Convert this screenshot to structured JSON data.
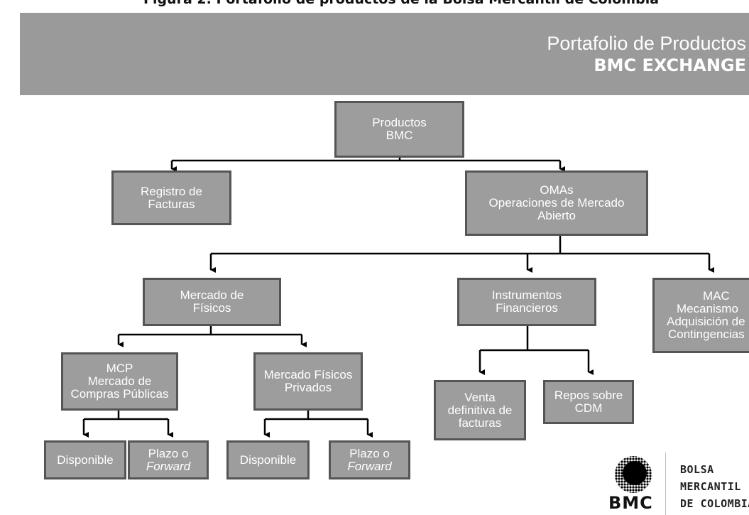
{
  "figure_title": "Figura 2. Portafolio de productos de la Bolsa Mercantil de Colombia",
  "banner": {
    "line1": "Portafolio de Productos",
    "line2": "BMC EXCHANGE"
  },
  "nodes": {
    "productos": [
      "Productos",
      "BMC"
    ],
    "registro": [
      "Registro de",
      "Facturas"
    ],
    "omas": [
      "OMAs",
      "Operaciones de Mercado",
      "Abierto"
    ],
    "mercado_fisicos": [
      "Mercado de",
      "Físicos"
    ],
    "instrumentos": [
      "Instrumentos",
      "Financieros"
    ],
    "mac": [
      "MAC",
      "Mecanismo",
      "Adquisición de",
      "Contingencias"
    ],
    "mcp": [
      "MCP",
      "Mercado de",
      "Compras Públicas"
    ],
    "fisicos_privados": [
      "Mercado Físicos",
      "Privados"
    ],
    "venta": [
      "Venta",
      "definitiva de",
      "facturas"
    ],
    "repos": [
      "Repos sobre",
      "CDM"
    ],
    "disponible_1": [
      "Disponible"
    ],
    "plazo_1": [
      "Plazo o",
      "Forward"
    ],
    "disponible_2": [
      "Disponible"
    ],
    "plazo_2": [
      "Plazo o",
      "Forward"
    ]
  },
  "logo": {
    "mark": "BMC",
    "line1": "BOLSA",
    "line2": "MERCANTIL",
    "line3": "DE COLOMBIA"
  },
  "colors": {
    "banner": "#9a9a9a",
    "node_fill": "#9d9d9d",
    "node_border": "#555555",
    "node_text": "#ffffff",
    "connector": "#000000"
  }
}
